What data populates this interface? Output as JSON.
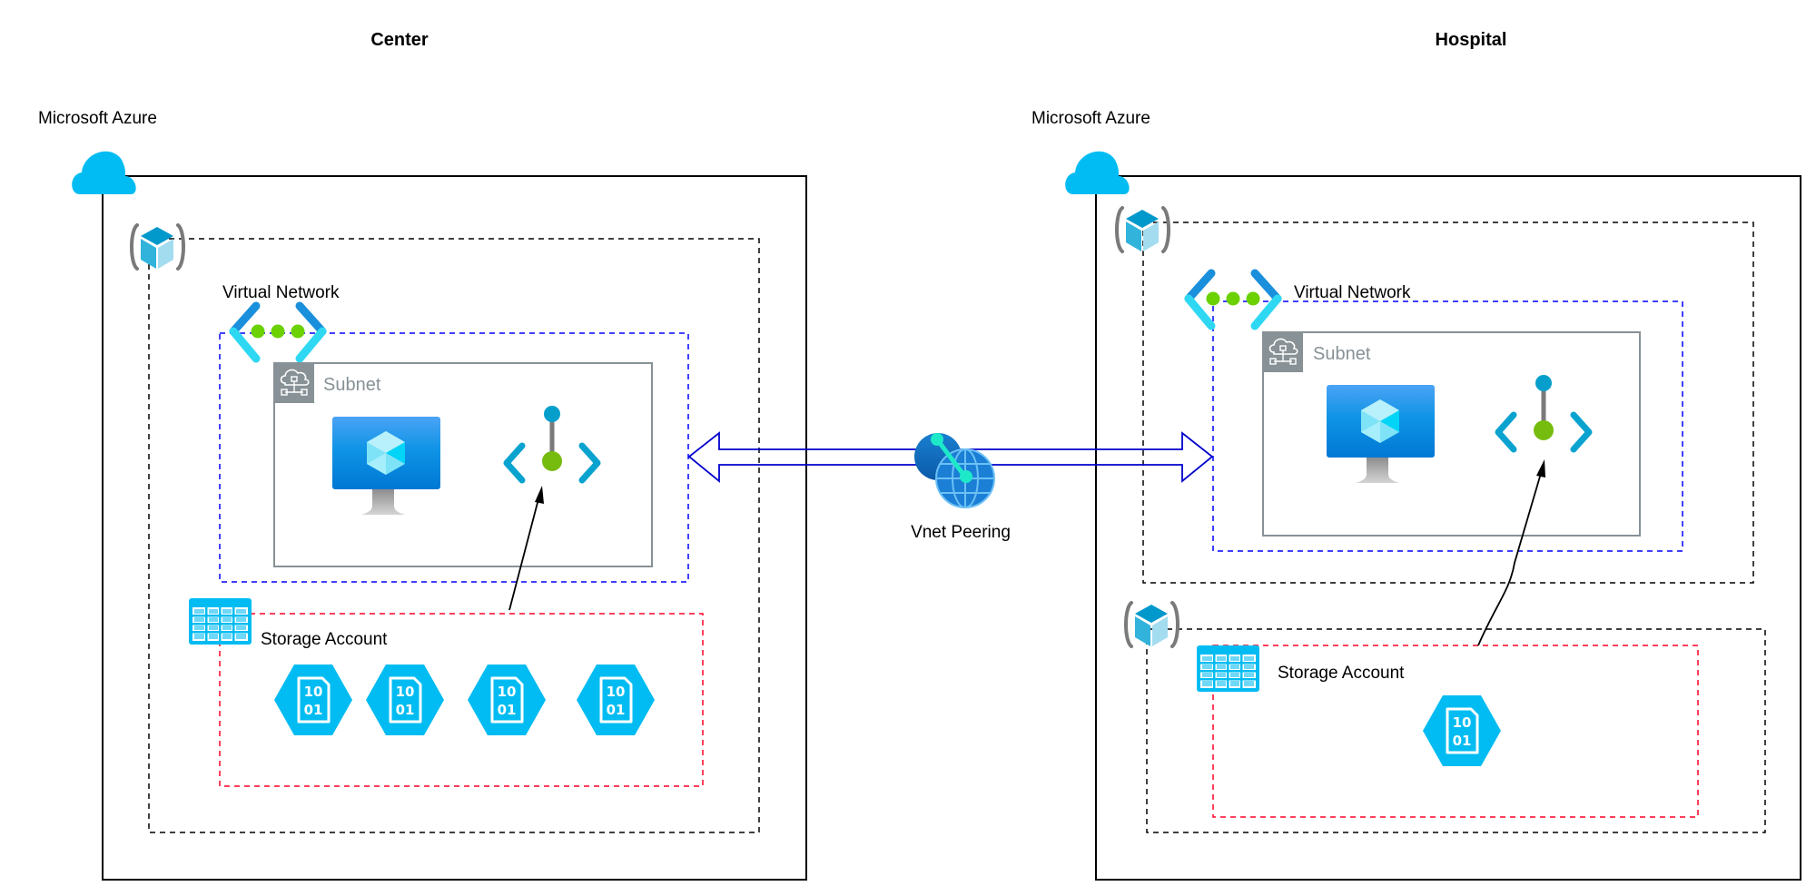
{
  "diagram": {
    "sites": [
      {
        "title": "Center",
        "cloud_label": "Microsoft Azure",
        "vnet_label": "Virtual Network",
        "subnet_label": "Subnet",
        "storage_label": "Storage Account",
        "blob_count": 4
      },
      {
        "title": "Hospital",
        "cloud_label": "Microsoft Azure",
        "vnet_label": "Virtual Network",
        "subnet_label": "Subnet",
        "storage_label": "Storage Account",
        "blob_count": 1
      }
    ],
    "peering_label": "Vnet Peering",
    "blob_text": [
      "10",
      "01"
    ],
    "icons": {
      "cloud": "azure-cloud-icon",
      "resource_group": "resource-group-icon",
      "vnet": "virtual-network-icon",
      "subnet": "subnet-icon",
      "vm": "virtual-machine-icon",
      "endpoint": "private-endpoint-icon",
      "storage": "storage-account-icon",
      "blob": "blob-storage-icon",
      "peering": "vnet-peering-icon"
    },
    "colors": {
      "azure_cloud": "#00bcf2",
      "vnet_border": "#0000ff",
      "storage_border": "#ff0026",
      "rg_border": "#000000",
      "subnet_border": "#879196",
      "arrow": "#0000cc"
    }
  }
}
